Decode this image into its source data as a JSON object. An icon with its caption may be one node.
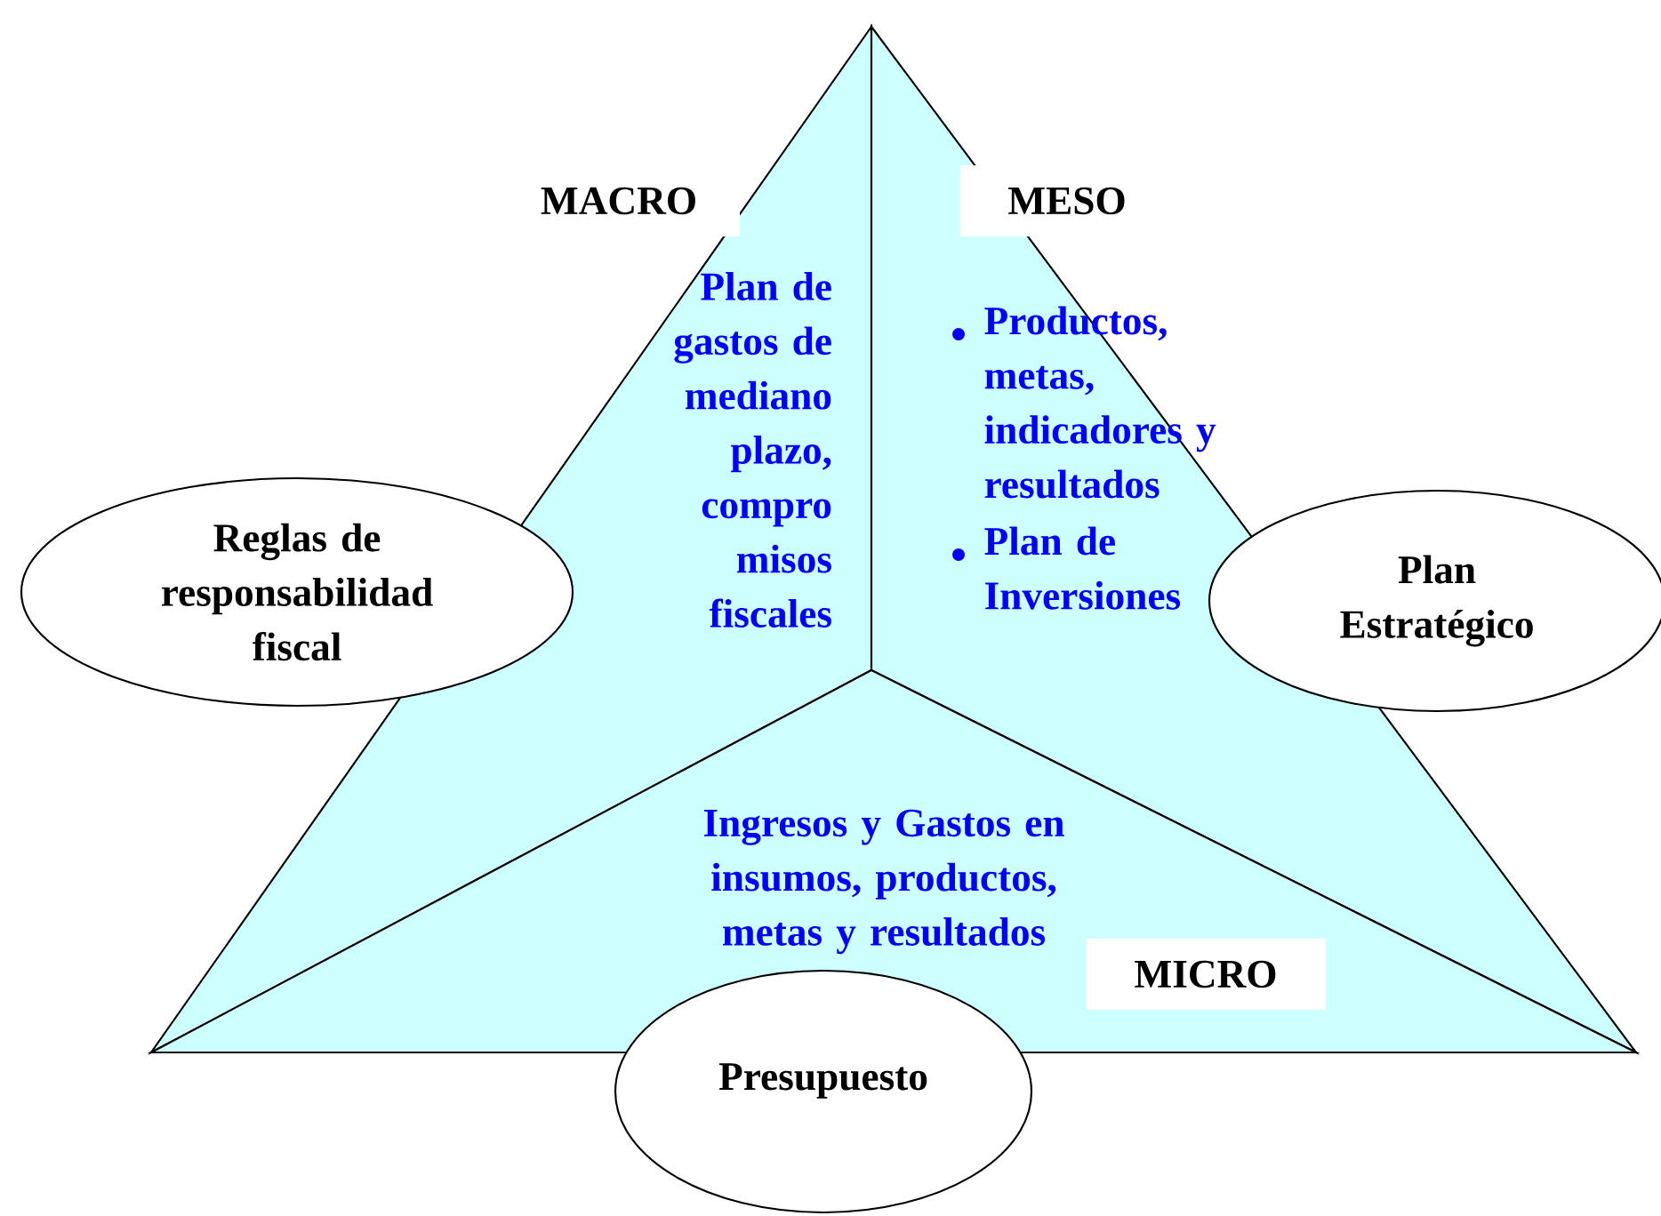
{
  "diagram": {
    "nodes": [
      {
        "text": [
          "MACRO",
          "Plan de gastos de mediano plazo, compro misos fiscales"
        ]
      },
      {
        "text": [
          "MESO",
          "Productos, metas, indicadores y resultados",
          "Plan de Inversiones"
        ]
      },
      {
        "text": [
          "MICRO",
          "Ingresos y Gastos en insumos, productos, metas y resultados"
        ]
      },
      {
        "text": [
          "Reglas de responsabilidad fiscal"
        ]
      },
      {
        "text": [
          "Plan Estratégico"
        ]
      },
      {
        "text": [
          "Presupuesto"
        ]
      }
    ],
    "edges": []
  }
}
